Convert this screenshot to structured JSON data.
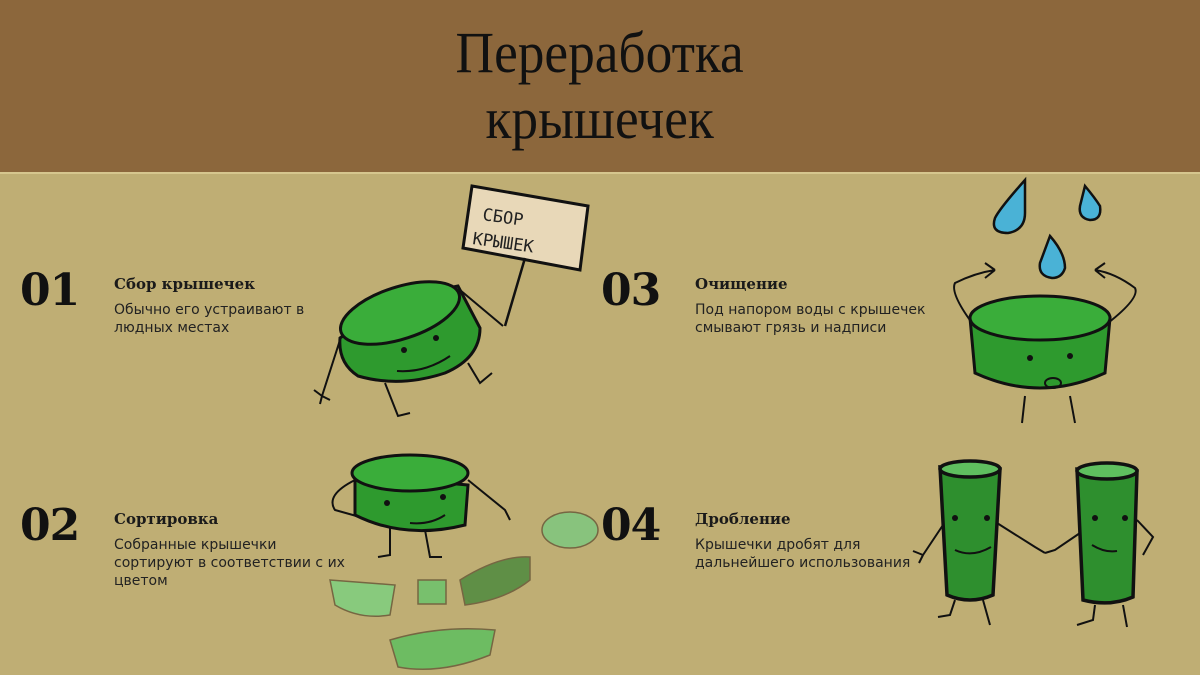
{
  "header": {
    "title_line1": "Переработка",
    "title_line2": "крышечек"
  },
  "steps": [
    {
      "number": "01",
      "title": "Сбор крышечек",
      "description": "Обычно его устраивают в людных местах"
    },
    {
      "number": "02",
      "title": "Сортировка",
      "description": "Собранные крышечки сортируют в соответствии с их цветом"
    },
    {
      "number": "03",
      "title": "Очищение",
      "description": "Под напором воды с крышечек смывают грязь и надписи"
    },
    {
      "number": "04",
      "title": "Дробление",
      "description": "Крышечки дробят для дальнейшего использования"
    }
  ],
  "illustrations": {
    "sign_line1": "СБОР",
    "sign_line2": "КРЫШЕК"
  },
  "colors": {
    "header_bg": "#8c673c",
    "body_bg": "#bfae74",
    "cap_green": "#2e9a2e",
    "water_blue": "#4ab2d6",
    "sign_bg": "#e8d8b8"
  }
}
